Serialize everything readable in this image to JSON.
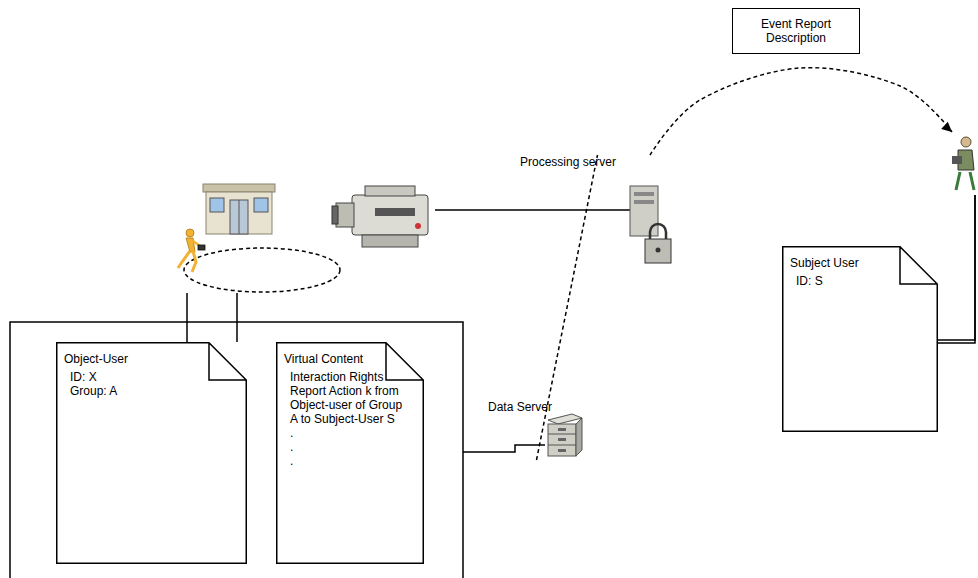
{
  "diagram": {
    "nodes": [
      {
        "text": [
          "Event Report Description"
        ]
      },
      {
        "text": [
          "Processing server"
        ]
      },
      {
        "text": [
          "Object-User",
          "ID: X",
          "Group: A"
        ]
      },
      {
        "text": [
          "Virtual Content",
          "Interaction Rights Report Action k from Object-user of Group A to Subject-User S",
          ".",
          ".",
          "."
        ]
      },
      {
        "text": [
          "Data Server"
        ]
      },
      {
        "text": [
          "Subject User",
          "ID: S"
        ]
      }
    ],
    "edges": [
      {
        "from": 4,
        "to": 1,
        "arrow": "none"
      },
      {
        "from": 1,
        "to": 5,
        "arrow": "to"
      }
    ]
  }
}
